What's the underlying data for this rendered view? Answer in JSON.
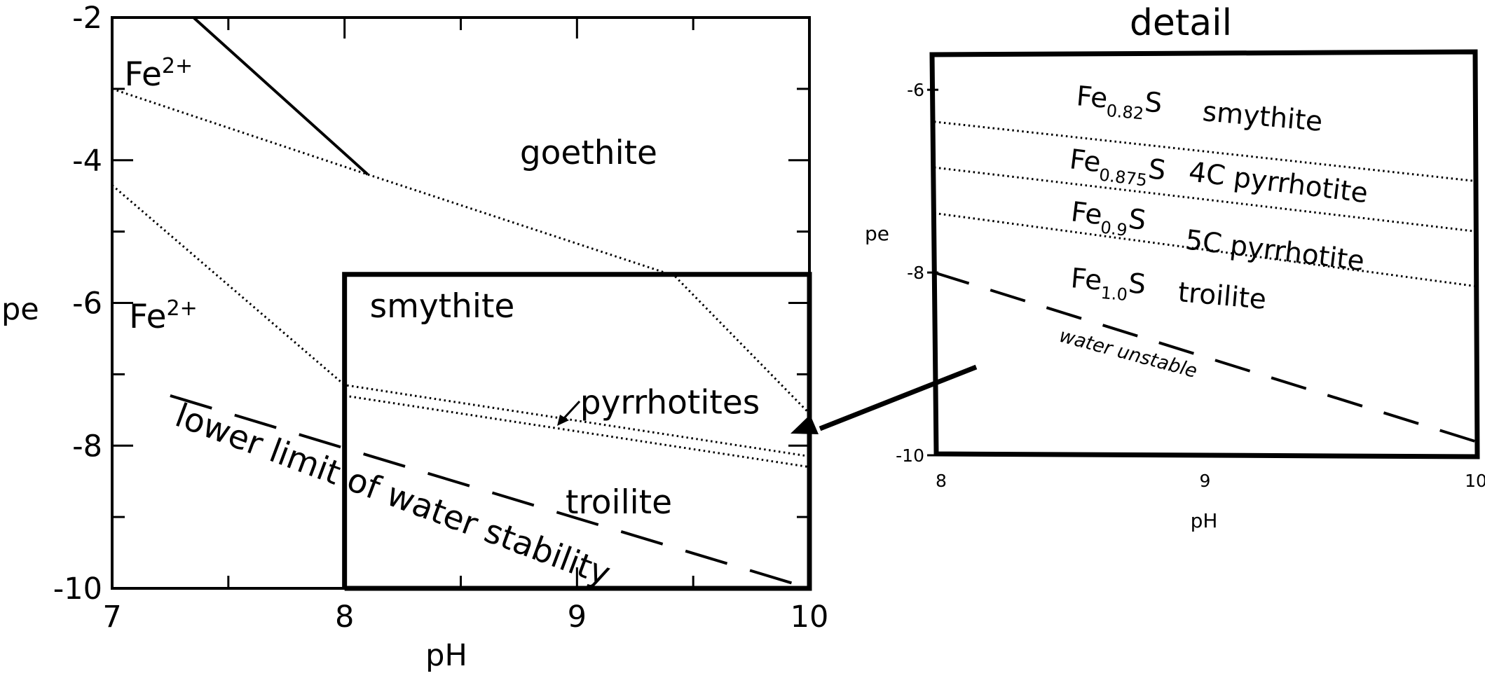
{
  "chart_data": [
    {
      "type": "line",
      "xlabel": "pH",
      "ylabel": "pe",
      "xlim": [
        7,
        10
      ],
      "ylim": [
        -10,
        -2
      ],
      "x_ticks": [
        "7",
        "8",
        "9",
        "10"
      ],
      "y_ticks": [
        "-2",
        "-4",
        "-6",
        "-8",
        "-10"
      ],
      "boundaries": [
        {
          "style": "solid",
          "points": [
            [
              7.35,
              -2.0
            ],
            [
              8.1,
              -4.2
            ]
          ]
        },
        {
          "style": "dotted",
          "points": [
            [
              7.0,
              -3.0
            ],
            [
              8.1,
              -4.2
            ],
            [
              9.42,
              -5.62
            ],
            [
              10.0,
              -7.55
            ]
          ]
        },
        {
          "style": "dotted",
          "points": [
            [
              7.0,
              -4.35
            ],
            [
              8.0,
              -7.15
            ],
            [
              10.0,
              -8.15
            ]
          ]
        },
        {
          "style": "dotted",
          "points": [
            [
              8.0,
              -7.3
            ],
            [
              10.0,
              -8.3
            ]
          ]
        },
        {
          "style": "dashed",
          "points": [
            [
              7.25,
              -7.3
            ],
            [
              10.0,
              -10.0
            ]
          ]
        }
      ],
      "region_labels": [
        {
          "text": "Fe",
          "superscript": "2+",
          "x": 7.2,
          "y": -2.95
        },
        {
          "text": "goethite",
          "x": 9.05,
          "y": -4.05
        },
        {
          "text": "Fe",
          "superscript": "2+",
          "x": 7.22,
          "y": -6.35
        },
        {
          "text": "smythite",
          "x": 8.42,
          "y": -6.2
        },
        {
          "text": "pyrrhotites",
          "x": 9.4,
          "y": -7.55
        },
        {
          "text": "troilite",
          "x": 9.18,
          "y": -8.95
        }
      ],
      "annotation": "lower limit of water stability",
      "inset_box": {
        "x": [
          8,
          10
        ],
        "y": [
          -10,
          -5.6
        ]
      }
    },
    {
      "type": "line",
      "title": "detail",
      "xlabel": "pH",
      "ylabel": "pe",
      "xlim": [
        8,
        10
      ],
      "ylim": [
        -10,
        -5.6
      ],
      "x_ticks": [
        "8",
        "9",
        "10"
      ],
      "y_ticks": [
        "-6",
        "-8",
        "-10"
      ],
      "boundaries": [
        {
          "style": "dotted",
          "points": [
            [
              8.0,
              -6.35
            ],
            [
              10.0,
              -7.0
            ]
          ]
        },
        {
          "style": "dotted",
          "points": [
            [
              8.0,
              -6.85
            ],
            [
              10.0,
              -7.55
            ]
          ]
        },
        {
          "style": "dotted",
          "points": [
            [
              8.0,
              -7.35
            ],
            [
              10.0,
              -8.15
            ]
          ]
        },
        {
          "style": "dashed",
          "points": [
            [
              8.0,
              -8.0
            ],
            [
              10.0,
              -9.85
            ]
          ]
        }
      ],
      "phases": [
        {
          "formula": "Fe",
          "subscript": "0.82",
          "suffix": "S",
          "name": "smythite"
        },
        {
          "formula": "Fe",
          "subscript": "0.875",
          "suffix": "S",
          "name": "4C pyrrhotite"
        },
        {
          "formula": "Fe",
          "subscript": "0.9",
          "suffix": "S",
          "name": "5C pyrrhotite"
        },
        {
          "formula": "Fe",
          "subscript": "1.0",
          "suffix": "S",
          "name": "troilite"
        }
      ],
      "annotation": "water unstable"
    }
  ]
}
